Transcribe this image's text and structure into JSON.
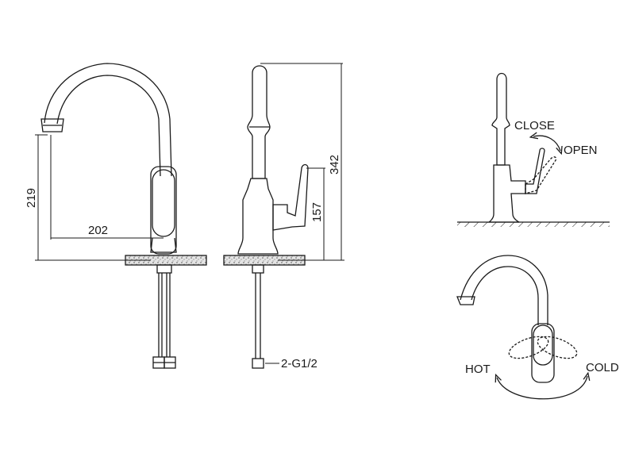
{
  "dimensions": {
    "outlet_height": "219",
    "spout_reach": "202",
    "lever_height": "157",
    "total_height": "342",
    "inlet_thread": "2-G1/2"
  },
  "lever_operation": {
    "close_label": "CLOSE",
    "open_label": "OPEN"
  },
  "temperature_operation": {
    "hot_label": "HOT",
    "cold_label": "COLD"
  },
  "colors": {
    "line": "#1a1a1a",
    "fill_light": "#ffffff",
    "countertop_fill": "#d9d9d9"
  }
}
